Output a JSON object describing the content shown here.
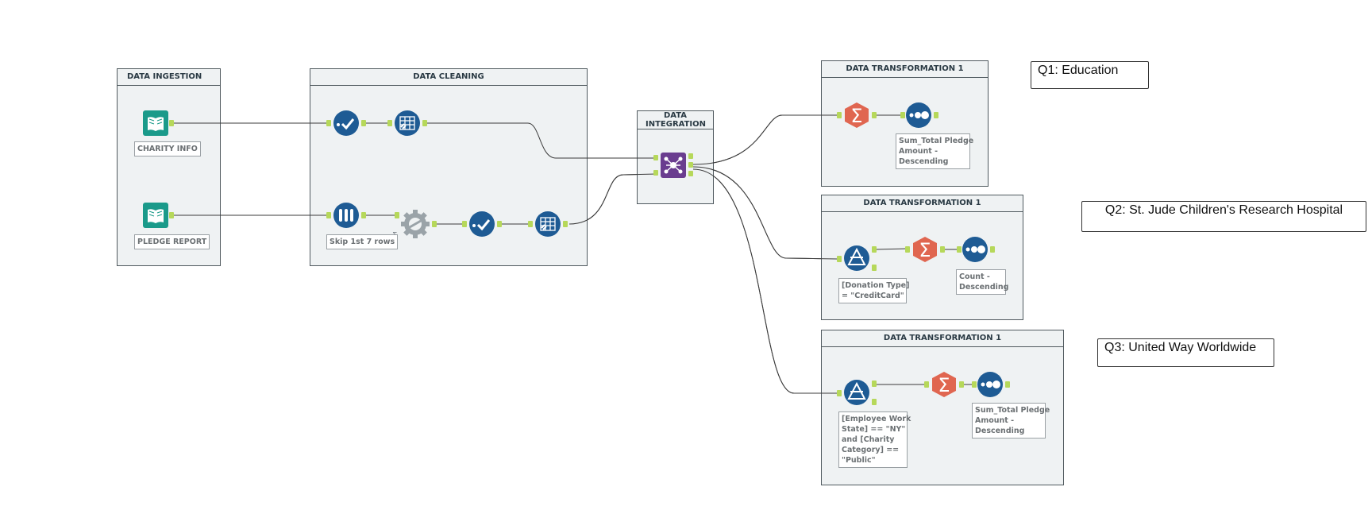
{
  "containers": {
    "ingestion": "DATA INGESTION",
    "cleaning": "DATA CLEANING",
    "integration": "DATA INTEGRATION",
    "transform_1": "DATA TRANSFORMATION 1",
    "transform_2": "DATA TRANSFORMATION 1",
    "transform_3": "DATA TRANSFORMATION 1"
  },
  "annotations": {
    "charity_info": "CHARITY INFO",
    "pledge_report": "PLEDGE REPORT",
    "skip_rows": "Skip 1st 7 rows",
    "sort_1": "Sum_Total Pledge\nAmount -\nDescending",
    "filter_2": "[Donation Type]\n= \"CreditCard\"",
    "sort_2": "Count -\nDescending",
    "filter_3": "[Employee Work\nState] == \"NY\"\nand [Charity\nCategory] ==\n\"Public\"",
    "sort_3": "Sum_Total Pledge\nAmount -\nDescending"
  },
  "questions": {
    "q1": "Q1: Education",
    "q2": "Q2: St. Jude Children's Research Hospital",
    "q3": "Q3: United Way Worldwide"
  },
  "icons": {
    "input": "book-input-icon",
    "select": "checkmark-select-icon",
    "cleanse": "data-cleansing-icon",
    "text_to_columns": "text-to-columns-icon",
    "autofield": "gear-autofield-icon",
    "join": "join-multiple-icon",
    "summarize": "sigma-summarize-icon",
    "sort": "sort-dots-icon",
    "filter": "filter-triangle-icon"
  },
  "colors": {
    "input": "#1a9a8a",
    "preparation": "#1e5b94",
    "join": "#6a3d8f",
    "transform": "#e06650",
    "anchor": "#b6d85a",
    "container_bg": "#eff2f3"
  }
}
